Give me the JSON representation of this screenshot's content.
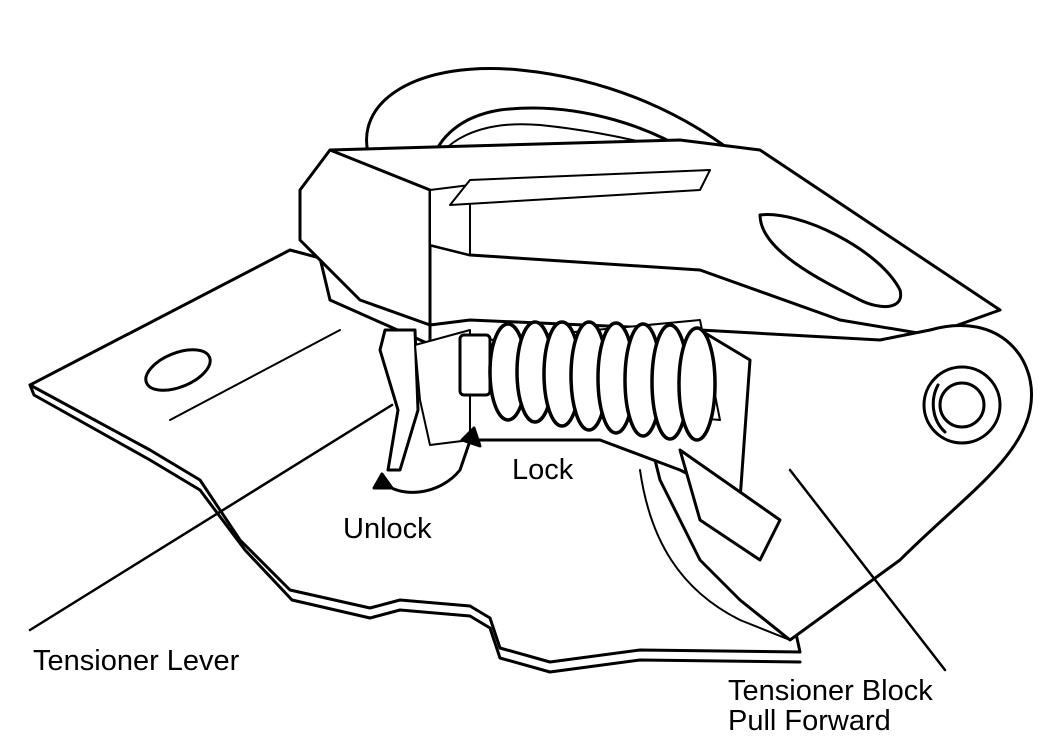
{
  "labels": {
    "lock": "Lock",
    "unlock": "Unlock",
    "tensioner_lever": "Tensioner Lever",
    "tensioner_block_line1": "Tensioner Block",
    "tensioner_block_line2": "Pull Forward"
  },
  "colors": {
    "ink": "#000000",
    "paper": "#ffffff"
  }
}
